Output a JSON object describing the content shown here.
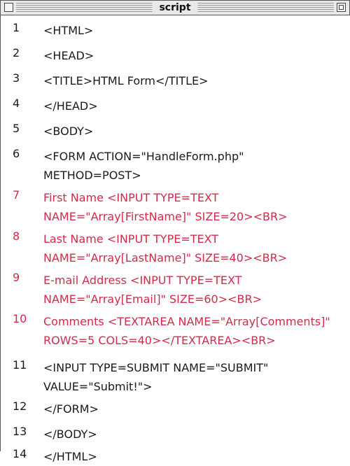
{
  "window": {
    "title": "script"
  },
  "code_lines": [
    {
      "num": "1",
      "text": [
        "<HTML>"
      ]
    },
    {
      "num": "2",
      "text": [
        "<HEAD>"
      ]
    },
    {
      "num": "3",
      "text": [
        "<TITLE>HTML Form</TITLE>"
      ]
    },
    {
      "num": "4",
      "text": [
        "</HEAD>"
      ]
    },
    {
      "num": "5",
      "text": [
        "<BODY>"
      ]
    },
    {
      "num": "6",
      "text": [
        "<FORM ACTION=\"HandleForm.php\"",
        "METHOD=POST>"
      ]
    },
    {
      "num": "7",
      "text": [
        "First Name <INPUT TYPE=TEXT",
        "NAME=\"Array[FirstName]\" SIZE=20><BR>"
      ],
      "highlight": true
    },
    {
      "num": "8",
      "text": [
        "Last Name <INPUT TYPE=TEXT",
        "NAME=\"Array[LastName]\" SIZE=40><BR>"
      ],
      "highlight": true
    },
    {
      "num": "9",
      "text": [
        "E-mail Address <INPUT TYPE=TEXT",
        "NAME=\"Array[Email]\" SIZE=60><BR>"
      ],
      "highlight": true
    },
    {
      "num": "10",
      "text": [
        "Comments <TEXTAREA NAME=\"Array[Comments]\"",
        "ROWS=5 COLS=40></TEXTAREA><BR>"
      ],
      "highlight": true
    },
    {
      "num": "11",
      "text": [
        "<INPUT TYPE=SUBMIT NAME=\"SUBMIT\"",
        "VALUE=\"Submit!\">"
      ]
    },
    {
      "num": "12",
      "text": [
        "</FORM>"
      ]
    },
    {
      "num": "13",
      "text": [
        "</BODY>"
      ]
    },
    {
      "num": "14",
      "text": [
        "</HTML>"
      ]
    }
  ],
  "colors": {
    "highlight": "#d42a4a",
    "text": "#1a1a1a"
  }
}
